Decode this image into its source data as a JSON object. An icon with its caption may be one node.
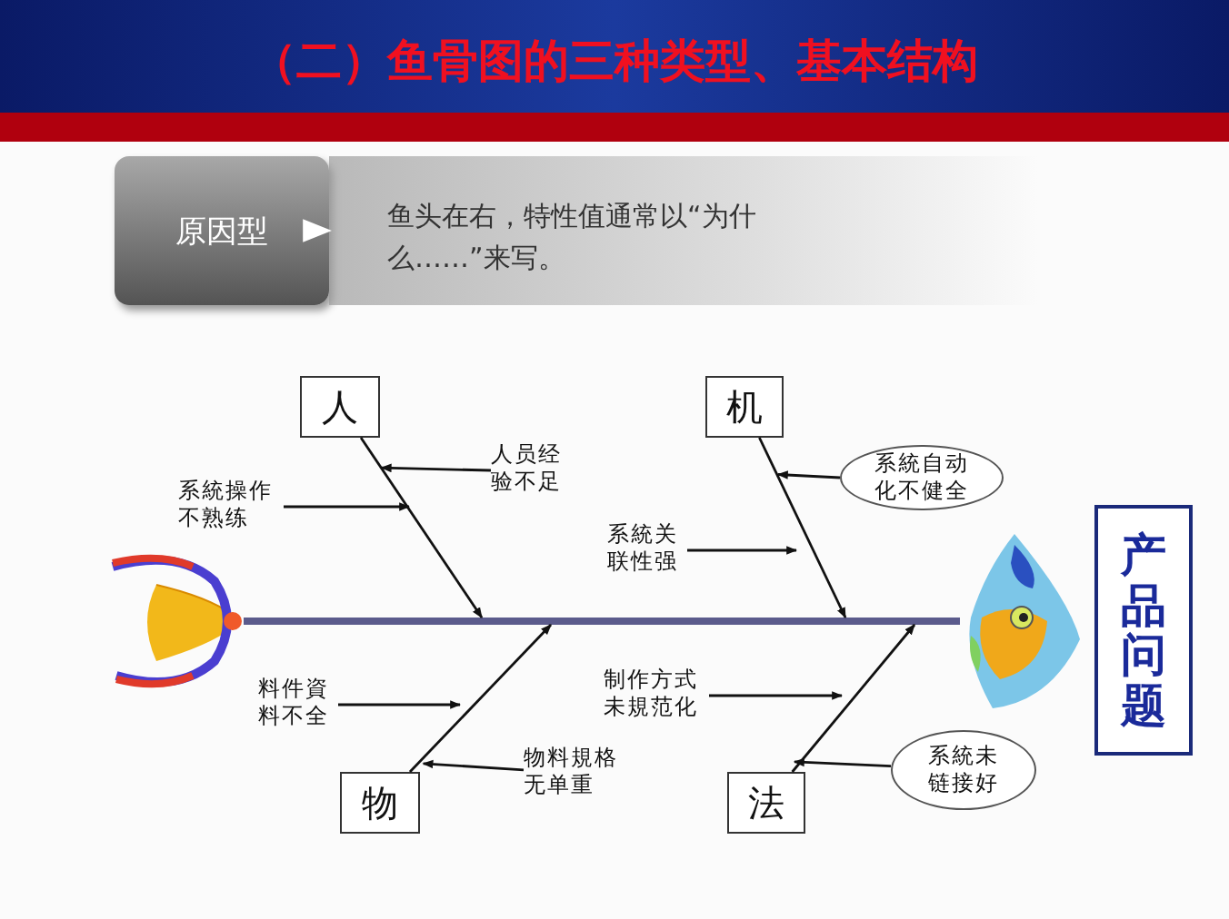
{
  "diagram": {
    "title": "（二）鱼骨图的三种类型、基本结构",
    "nodes": [
      {
        "text": [
          "原因型"
        ]
      },
      {
        "text": [
          "鱼头在右，特性值通常以“为什么……”来写。"
        ]
      },
      {
        "text": [
          "人"
        ]
      },
      {
        "text": [
          "机"
        ]
      },
      {
        "text": [
          "人员经验不足"
        ]
      },
      {
        "text": [
          "系統操作不熟练"
        ]
      },
      {
        "text": [
          "系統自动化不健全"
        ]
      },
      {
        "text": [
          "系統关联性强"
        ]
      },
      {
        "text": [],
        "shape": "picture"
      },
      {
        "text": [],
        "shape": "picture"
      },
      {
        "text": [
          "产品问题"
        ]
      },
      {
        "text": [
          "制作方式未規范化"
        ]
      },
      {
        "text": [
          "料件資料不全"
        ]
      },
      {
        "text": [
          "物料規格无单重"
        ]
      },
      {
        "text": [
          "系統未链接好"
        ]
      },
      {
        "text": [
          "物"
        ]
      },
      {
        "text": [
          "法"
        ]
      },
      {
        "text": [],
        "shape": "bar"
      }
    ],
    "edges": [
      {
        "from": 0,
        "to": 1,
        "arrow": "to",
        "style": "thick",
        "color": "#ffffff"
      },
      {
        "from": 2,
        "to": 17,
        "arrow": "to"
      },
      {
        "from": 3,
        "to": 17,
        "arrow": "to"
      },
      {
        "from": 15,
        "to": 17,
        "arrow": "to"
      },
      {
        "from": 16,
        "to": 17,
        "arrow": "to"
      },
      {
        "from": 4,
        "to": 2,
        "arrow": "to"
      },
      {
        "from": 5,
        "to": null,
        "arrow": "to"
      },
      {
        "from": 6,
        "to": 3,
        "arrow": "to"
      },
      {
        "from": 7,
        "to": null,
        "arrow": "to"
      },
      {
        "from": 12,
        "to": null,
        "arrow": "to"
      },
      {
        "from": 13,
        "to": 15,
        "arrow": "to"
      },
      {
        "from": 11,
        "to": null,
        "arrow": "to"
      },
      {
        "from": 14,
        "to": 16,
        "arrow": "to"
      }
    ]
  }
}
